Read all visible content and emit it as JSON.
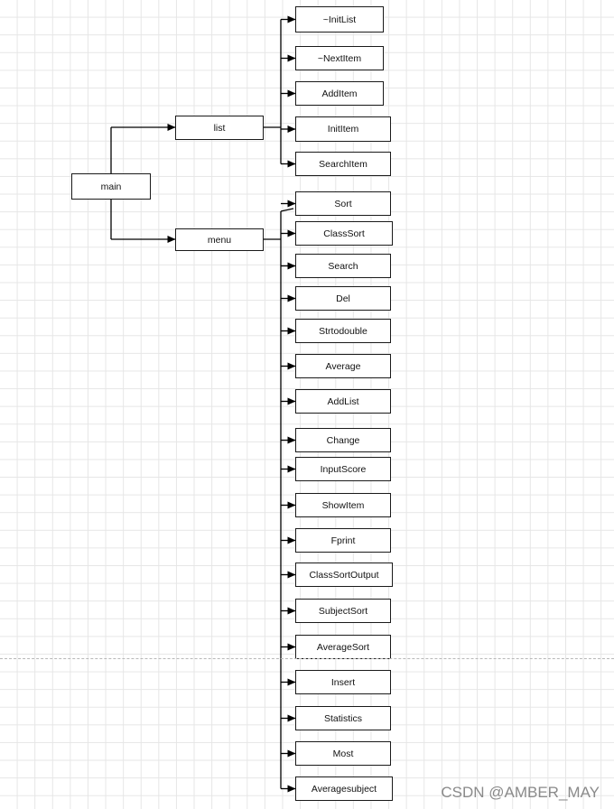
{
  "diagram": {
    "root": "main",
    "branches": [
      {
        "label": "list",
        "children": [
          "~InitList",
          "~NextItem",
          "AddItem",
          "InitItem",
          "SearchItem"
        ]
      },
      {
        "label": "menu",
        "children": [
          "Sort",
          "ClassSort",
          "Search",
          "Del",
          "Strtodouble",
          "Average",
          "AddList",
          "Change",
          "InputScore",
          "ShowItem",
          "Fprint",
          "ClassSortOutput",
          "SubjectSort",
          "AverageSort",
          "Insert",
          "Statistics",
          "Most",
          "Averagesubject"
        ]
      }
    ],
    "colors": {
      "line": "#000000",
      "border": "#1a1a1a",
      "grid": "#e6e6e6"
    }
  },
  "watermark": "CSDN @AMBER_MAY"
}
